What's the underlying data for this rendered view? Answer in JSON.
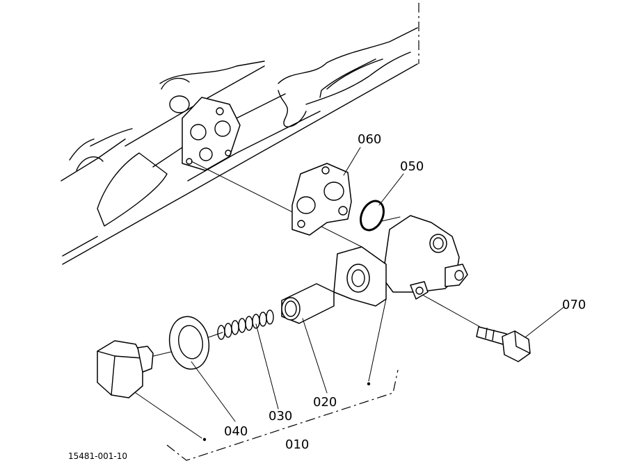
{
  "diagram": {
    "figure_code": "15481-001-10",
    "parts": [
      {
        "id": "plug",
        "label": "010"
      },
      {
        "id": "piston",
        "label": "020"
      },
      {
        "id": "spring",
        "label": "030"
      },
      {
        "id": "washer",
        "label": "040"
      },
      {
        "id": "o-ring",
        "label": "050"
      },
      {
        "id": "gasket",
        "label": "060"
      },
      {
        "id": "bolt",
        "label": "070"
      }
    ]
  }
}
